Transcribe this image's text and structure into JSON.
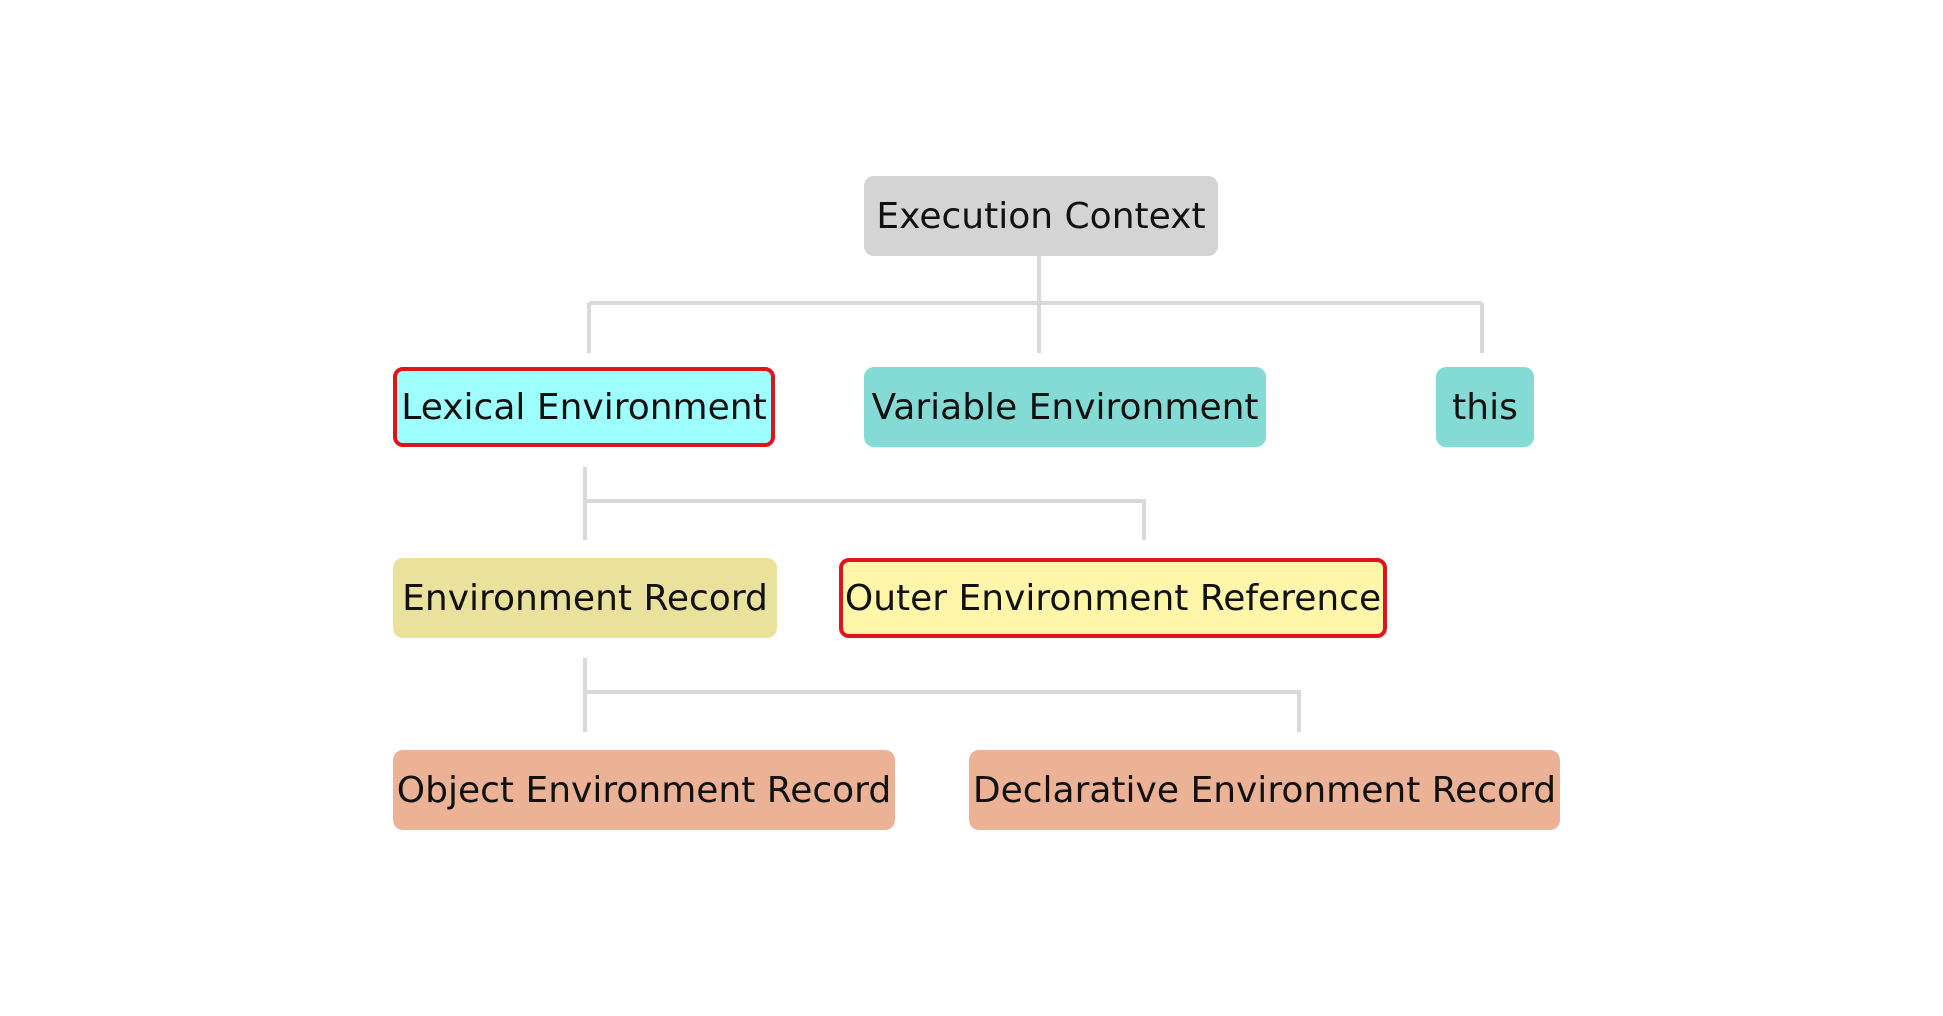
{
  "colors": {
    "connector": "#d9d9d9",
    "highlight_border": "#e0141c"
  },
  "nodes": {
    "execution_context": {
      "label": "Execution Context",
      "fill": "#d4d4d4"
    },
    "lexical_environment": {
      "label": "Lexical Environment",
      "fill": "#9efdfd",
      "highlighted": true
    },
    "variable_environment": {
      "label": "Variable Environment",
      "fill": "#84dad4"
    },
    "this": {
      "label": "this",
      "fill": "#84dad4"
    },
    "environment_record": {
      "label": "Environment Record",
      "fill": "#eae29c"
    },
    "outer_environment_reference": {
      "label": "Outer Environment Reference",
      "fill": "#fff6aa",
      "highlighted": true
    },
    "object_environment_record": {
      "label": "Object Environment Record",
      "fill": "#ebb295"
    },
    "declarative_environment_record": {
      "label": "Declarative Environment Record",
      "fill": "#ebb295"
    }
  },
  "edges": [
    {
      "from": "execution_context",
      "to": [
        "lexical_environment",
        "variable_environment",
        "this"
      ]
    },
    {
      "from": "lexical_environment",
      "to": [
        "environment_record",
        "outer_environment_reference"
      ]
    },
    {
      "from": "environment_record",
      "to": [
        "object_environment_record",
        "declarative_environment_record"
      ]
    }
  ]
}
